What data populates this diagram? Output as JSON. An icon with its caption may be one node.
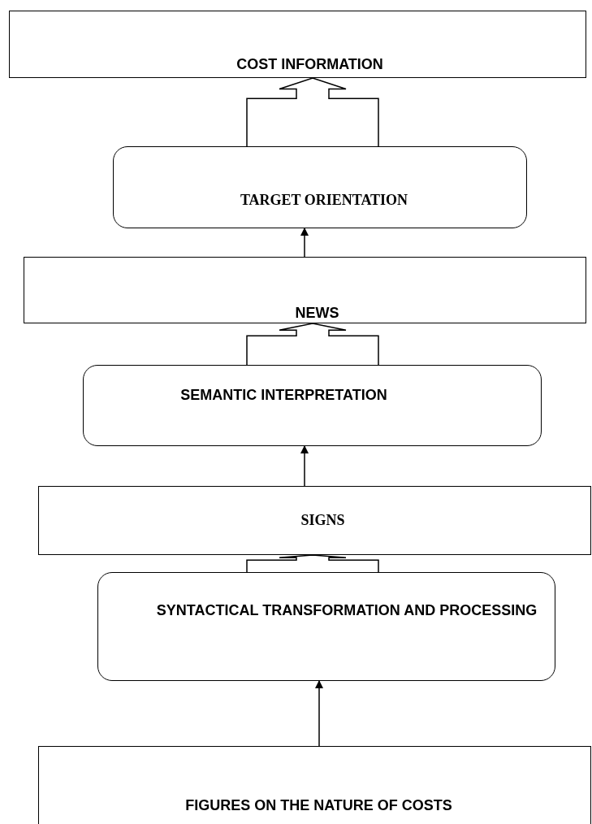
{
  "diagram": {
    "nodes": [
      {
        "text": [
          "COST INFORMATION"
        ]
      },
      {
        "text": [
          "TARGET ORIENTATION"
        ]
      },
      {
        "text": [
          "NEWS"
        ]
      },
      {
        "text": [
          "SEMANTIC INTERPRETATION"
        ]
      },
      {
        "text": [
          "SIGNS"
        ]
      },
      {
        "text": [
          "SYNTACTICAL TRANSFORMATION AND PROCESSING"
        ]
      },
      {
        "text": [
          "FIGURES ON THE NATURE OF COSTS"
        ]
      }
    ],
    "edges": [
      {
        "from": 1,
        "to": 0,
        "arrow": "to",
        "style": "thick"
      },
      {
        "from": 2,
        "to": 1,
        "arrow": "to"
      },
      {
        "from": 3,
        "to": 2,
        "arrow": "to",
        "style": "thick"
      },
      {
        "from": 4,
        "to": 3,
        "arrow": "to"
      },
      {
        "from": 5,
        "to": 4,
        "arrow": "to",
        "style": "thick"
      },
      {
        "from": 6,
        "to": 5,
        "arrow": "to"
      }
    ]
  }
}
